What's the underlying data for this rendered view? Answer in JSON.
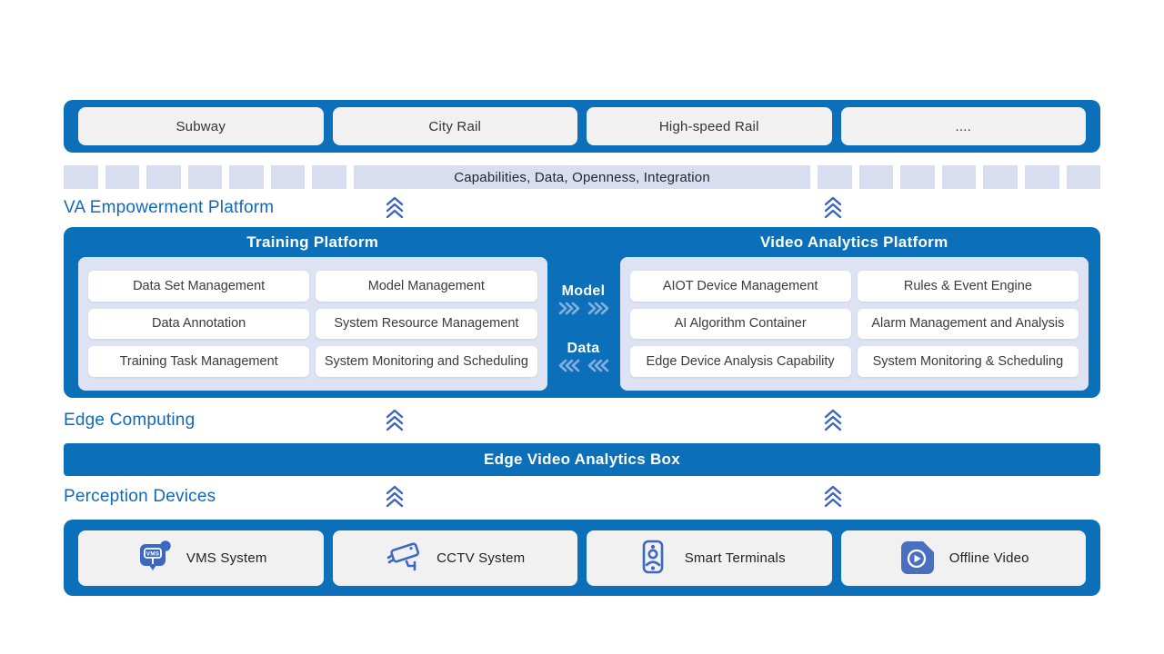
{
  "colors": {
    "primary_blue": "#0b70b9",
    "label_blue": "#1269b9",
    "panel_lavender": "#dde3f2",
    "square_lavender": "#d8deef",
    "icon_blue": "#3d68c2",
    "chevron_blue": "#3d64c0",
    "flow_chevron_blue": "#86aede",
    "box_gray": "#f1f1f2"
  },
  "topbar": {
    "items": [
      "Subway",
      "City Rail",
      "High-speed Rail",
      "...."
    ]
  },
  "capabilities": {
    "label": "Capabilities, Data, Openness, Integration"
  },
  "labels": {
    "va": "VA Empowerment Platform",
    "edge": "Edge Computing",
    "perception": "Perception Devices"
  },
  "platform": {
    "training": {
      "title": "Training Platform",
      "items": [
        "Data Set Management",
        "Model Management",
        "Data Annotation",
        "System Resource Management",
        "Training Task Management",
        "System Monitoring and Scheduling"
      ]
    },
    "video": {
      "title": "Video Analytics Platform",
      "items": [
        "AIOT Device Management",
        "Rules & Event Engine",
        "AI Algorithm Container",
        "Alarm Management and Analysis",
        "Edge Device Analysis Capability",
        "System Monitoring & Scheduling"
      ]
    },
    "flow": {
      "model": "Model",
      "data": "Data"
    }
  },
  "edge_box": {
    "label": "Edge Video Analytics Box"
  },
  "devices": {
    "items": [
      {
        "icon": "vms-icon",
        "label": "VMS System",
        "icon_text": "VMS"
      },
      {
        "icon": "cctv-icon",
        "label": "CCTV System"
      },
      {
        "icon": "smart-terminal-icon",
        "label": "Smart Terminals"
      },
      {
        "icon": "offline-video-icon",
        "label": "Offline Video"
      }
    ]
  }
}
